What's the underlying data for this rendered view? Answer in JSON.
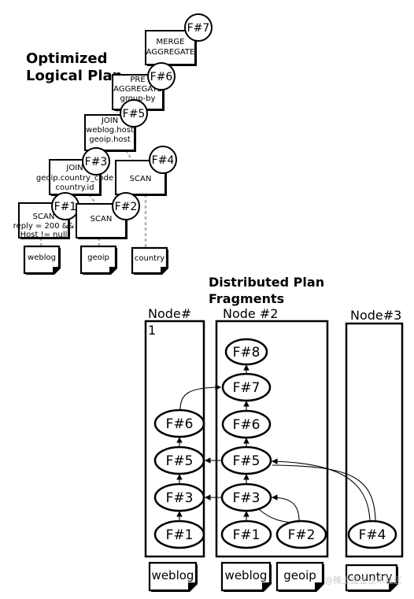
{
  "logical_plan": {
    "title": {
      "line1": "Optimized",
      "line2": "Logical Plan"
    },
    "operators": {
      "merge_aggregate": {
        "lines": [
          "MERGE",
          "AGGREGATE"
        ],
        "fragment": "F#7"
      },
      "pre_aggregate": {
        "lines": [
          "PRE",
          "AGGREGATE",
          "group-by"
        ],
        "fragment": "F#6"
      },
      "join_host": {
        "lines": [
          "JOIN",
          "weblog.host",
          "geoip.host"
        ],
        "fragment": "F#5"
      },
      "join_country": {
        "lines": [
          "JOIN",
          "geoip.country_code",
          "country.id"
        ],
        "fragment": "F#3"
      },
      "scan_country": {
        "lines": [
          "SCAN"
        ],
        "fragment": "F#4"
      },
      "scan_weblog": {
        "lines": [
          "SCAN",
          "reply = 200 &&",
          "Host != null"
        ],
        "fragment": "F#1"
      },
      "scan_geoip": {
        "lines": [
          "SCAN"
        ],
        "fragment": "F#2"
      }
    },
    "sources": [
      "weblog",
      "geoip",
      "country"
    ]
  },
  "distributed_plan": {
    "title": {
      "line1": "Distributed Plan",
      "line2": "Fragments"
    },
    "nodes": [
      {
        "label_lines": [
          "Node#",
          "1"
        ],
        "fragments": [
          "F#6",
          "F#5",
          "F#3",
          "F#1"
        ],
        "sources": [
          "weblog"
        ]
      },
      {
        "label_lines": [
          "Node #2"
        ],
        "fragments": [
          "F#8",
          "F#7",
          "F#6",
          "F#5",
          "F#3",
          "F#1",
          "F#2"
        ],
        "sources": [
          "weblog",
          "geoip"
        ]
      },
      {
        "label_lines": [
          "Node#3"
        ],
        "fragments": [
          "F#4"
        ],
        "sources": [
          "country"
        ]
      }
    ]
  },
  "watermark": "@稀土掘金技术社区",
  "colors": {
    "line": "#000000",
    "dashed_edge": "#b3b3b3",
    "background": "#ffffff",
    "watermark": "#bdbdbd"
  }
}
